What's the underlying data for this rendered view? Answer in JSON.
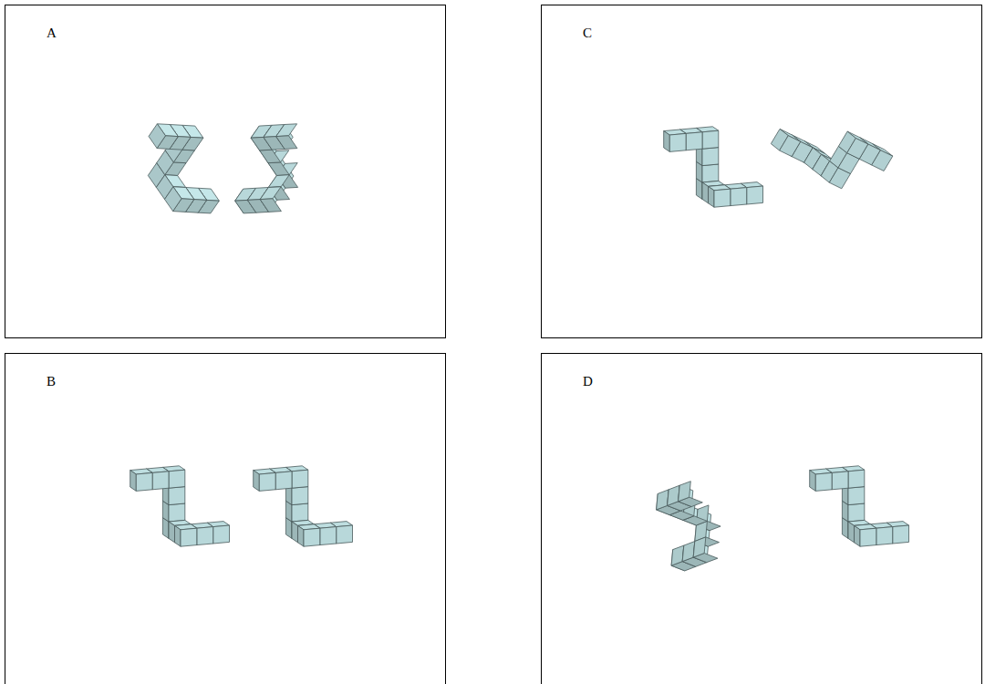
{
  "diagram": {
    "nodes": [
      {
        "text": [
          "A"
        ]
      },
      {
        "text": [
          "C"
        ]
      },
      {
        "text": [
          "B"
        ]
      },
      {
        "text": [
          "D"
        ]
      }
    ]
  }
}
